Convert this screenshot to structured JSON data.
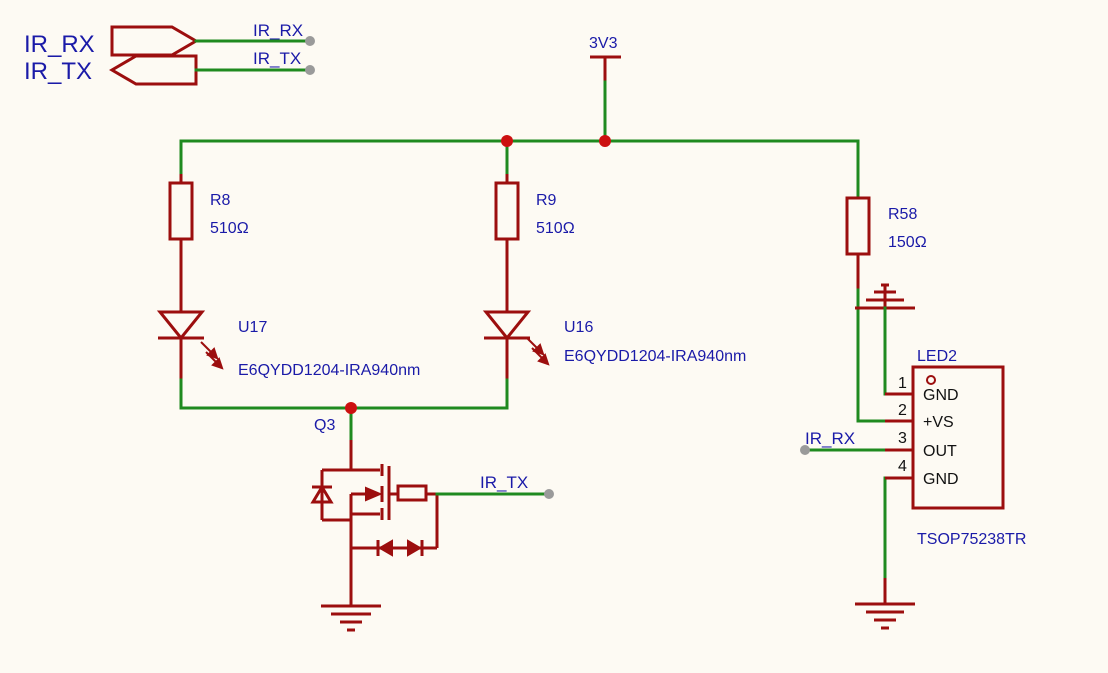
{
  "ports": {
    "rx": "IR_RX",
    "tx": "IR_TX"
  },
  "nets": {
    "rx_top": "IR_RX",
    "tx_top": "IR_TX",
    "power": "3V3",
    "gate": "IR_TX",
    "rx_out": "IR_RX"
  },
  "resistors": {
    "r8": {
      "ref": "R8",
      "value": "510Ω"
    },
    "r9": {
      "ref": "R9",
      "value": "510Ω"
    },
    "r58": {
      "ref": "R58",
      "value": "150Ω"
    }
  },
  "leds": {
    "u17": {
      "ref": "U17",
      "part": "E6QYDD1204-IRA940nm"
    },
    "u16": {
      "ref": "U16",
      "part": "E6QYDD1204-IRA940nm"
    }
  },
  "transistor": {
    "ref": "Q3"
  },
  "receiver": {
    "ref": "LED2",
    "part": "TSOP75238TR",
    "pins": [
      {
        "num": "1",
        "name": "GND"
      },
      {
        "num": "2",
        "name": "+VS"
      },
      {
        "num": "3",
        "name": "OUT"
      },
      {
        "num": "4",
        "name": "GND"
      }
    ]
  },
  "colors": {
    "wire": "#1f8a1f",
    "component": "#9c0e0e",
    "label": "#1a1aa8",
    "junction": "#cc1010",
    "background": "#fdfaf3"
  }
}
